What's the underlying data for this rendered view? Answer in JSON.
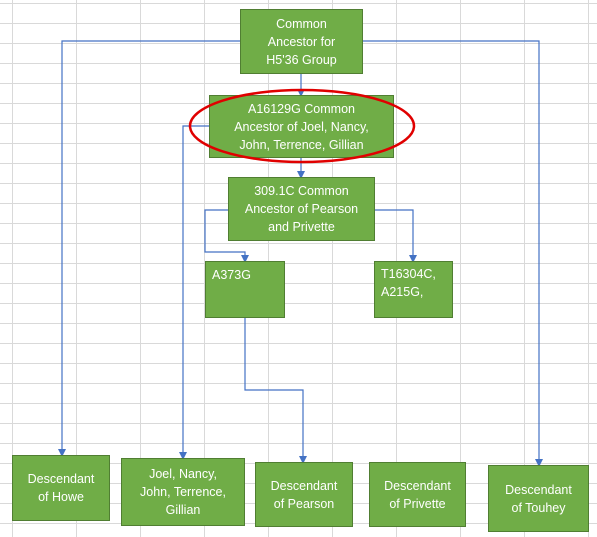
{
  "colors": {
    "box_fill": "#70ad47",
    "box_border": "#507e32",
    "box_text": "#ffffff",
    "connector": "#4472c4",
    "highlight_ellipse": "#e00000",
    "gridline": "#d9d9d9"
  },
  "nodes": {
    "root": "Common\nAncestor for\nH5'36 Group",
    "a16129g": "A16129G Common\nAncestor of Joel, Nancy,\nJohn, Terrence, Gillian",
    "n3091c": "309.1C Common\nAncestor of Pearson\nand Privette",
    "a373g": "A373G",
    "t16304c": "T16304C,\nA215G,",
    "howe": "Descendant\nof Howe",
    "joel": "Joel, Nancy,\nJohn, Terrence,\nGillian",
    "pearson": "Descendant\nof Pearson",
    "privette": "Descendant\nof Privette",
    "touhey": "Descendant\nof Touhey"
  },
  "highlight": {
    "target": "a16129g",
    "shape": "ellipse"
  }
}
